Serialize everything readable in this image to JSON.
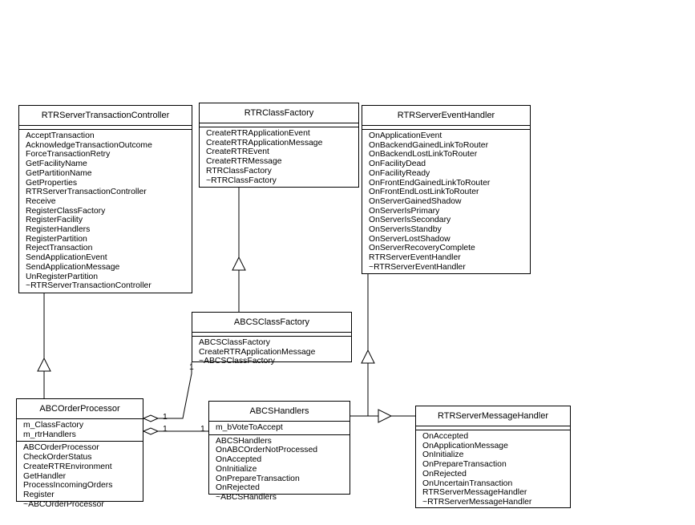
{
  "classes": {
    "controller": {
      "name": "RTRServerTransactionController",
      "attributes": [],
      "methods": [
        "AcceptTransaction",
        "AcknowledgeTransactionOutcome",
        "ForceTransactionRetry",
        "GetFacilityName",
        "GetPartitionName",
        "GetProperties",
        "RTRServerTransactionController",
        "Receive",
        "RegisterClassFactory",
        "RegisterFacility",
        "RegisterHandlers",
        "RegisterPartition",
        "RejectTransaction",
        "SendApplicationEvent",
        "SendApplicationMessage",
        "UnRegisterPartition",
        "~RTRServerTransactionController"
      ]
    },
    "class_factory": {
      "name": "RTRClassFactory",
      "attributes": [],
      "methods": [
        "CreateRTRApplicationEvent",
        "CreateRTRApplicationMessage",
        "CreateRTREvent",
        "CreateRTRMessage",
        "RTRClassFactory",
        "~RTRClassFactory"
      ]
    },
    "event_handler": {
      "name": "RTRServerEventHandler",
      "attributes": [],
      "methods": [
        "OnApplicationEvent",
        "OnBackendGainedLinkToRouter",
        "OnBackendLostLinkToRouter",
        "OnFacilityDead",
        "OnFacilityReady",
        "OnFrontEndGainedLinkToRouter",
        "OnFrontEndLostLinkToRouter",
        "OnServerGainedShadow",
        "OnServerIsPrimary",
        "OnServerIsSecondary",
        "OnServerIsStandby",
        "OnServerLostShadow",
        "OnServerRecoveryComplete",
        "RTRServerEventHandler",
        "~RTRServerEventHandler"
      ]
    },
    "abcs_class_factory": {
      "name": "ABCSClassFactory",
      "attributes": [],
      "methods": [
        "ABCSClassFactory",
        "CreateRTRApplicationMessage",
        "~ABCSClassFactory"
      ]
    },
    "order_processor": {
      "name": "ABCOrderProcessor",
      "attributes": [
        "m_ClassFactory",
        "m_rtrHandlers"
      ],
      "methods": [
        "ABCOrderProcessor",
        "CheckOrderStatus",
        "CreateRTREnvironment",
        "GetHandler",
        "ProcessIncomingOrders",
        "Register",
        "~ABCOrderProcessor"
      ]
    },
    "abcs_handlers": {
      "name": "ABCSHandlers",
      "attributes": [
        "m_bVoteToAccept"
      ],
      "methods": [
        "ABCSHandlers",
        "OnABCOrderNotProcessed",
        "OnAccepted",
        "OnInitialize",
        "OnPrepareTransaction",
        "OnRejected",
        "~ABCSHandlers"
      ]
    },
    "message_handler": {
      "name": "RTRServerMessageHandler",
      "attributes": [],
      "methods": [
        "OnAccepted",
        "OnApplicationMessage",
        "OnInitialize",
        "OnPrepareTransaction",
        "OnRejected",
        "OnUncertainTransaction",
        "RTRServerMessageHandler",
        "~RTRServerMessageHandler"
      ]
    }
  },
  "multiplicities": {
    "factory_top": "1",
    "factory_near": "1",
    "handlers_near": "1",
    "handlers_far": "1"
  }
}
